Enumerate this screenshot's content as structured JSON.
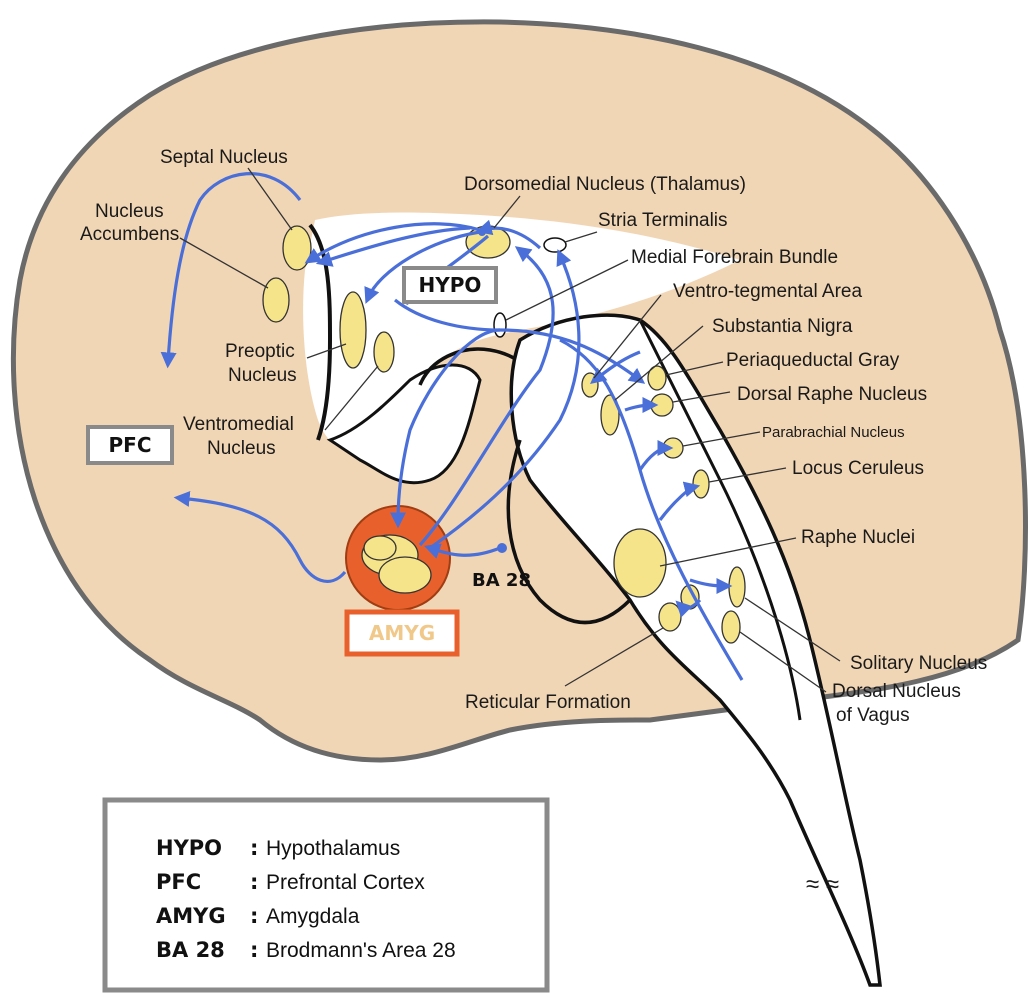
{
  "labels": {
    "septal_nucleus": "Septal Nucleus",
    "nucleus_accumbens_1": "Nucleus",
    "nucleus_accumbens_2": "Accumbens",
    "dorsomedial_nucleus": "Dorsomedial Nucleus (Thalamus)",
    "stria_terminalis": "Stria Terminalis",
    "medial_forebrain_bundle": "Medial Forebrain Bundle",
    "ventro_tegmental_area": "Ventro-tegmental Area",
    "substantia_nigra": "Substantia Nigra",
    "periaqueductal_gray": "Periaqueductal Gray",
    "dorsal_raphe_nucleus": "Dorsal Raphe Nucleus",
    "parabrachial_nucleus": "Parabrachial Nucleus",
    "locus_ceruleus": "Locus Ceruleus",
    "raphe_nuclei": "Raphe Nuclei",
    "solitary_nucleus": "Solitary Nucleus",
    "dorsal_nucleus_vagus_1": "Dorsal Nucleus",
    "dorsal_nucleus_vagus_2": "of Vagus",
    "reticular_formation": "Reticular Formation",
    "preoptic_nucleus_1": "Preoptic",
    "preoptic_nucleus_2": "Nucleus",
    "ventromedial_nucleus_1": "Ventromedial",
    "ventromedial_nucleus_2": "Nucleus",
    "ba28": "BA 28"
  },
  "boxes": {
    "hypo": "HYPO",
    "pfc": "PFC",
    "amyg": "AMYG"
  },
  "break_mark": "≈ ≈",
  "legend": [
    {
      "abbr": "HYPO",
      "sep": ":",
      "text": "Hypothalamus"
    },
    {
      "abbr": "PFC",
      "sep": ":",
      "text": "Prefrontal Cortex"
    },
    {
      "abbr": "AMYG",
      "sep": ":",
      "text": "Amygdala"
    },
    {
      "abbr": "BA 28",
      "sep": ":",
      "text": "Brodmann's Area 28"
    }
  ],
  "colors": {
    "brain_fill": "#f1d6b5",
    "pathway": "#4a6fd8",
    "nucleus": "#f6e48a",
    "amygdala": "#e8612c",
    "box_border": "#8a8a8a"
  }
}
